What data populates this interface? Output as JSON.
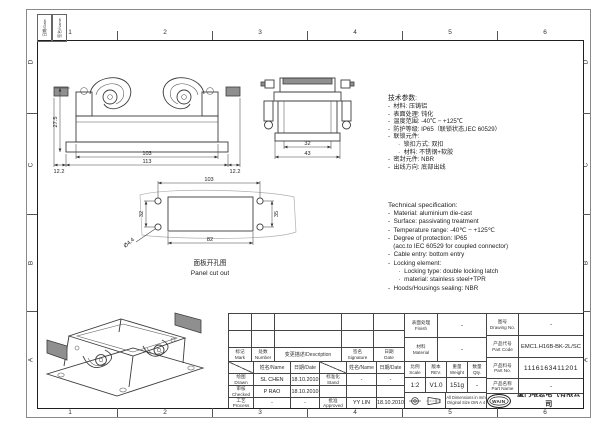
{
  "frame": {
    "cols": [
      "1",
      "2",
      "3",
      "4",
      "5",
      "6"
    ],
    "rows": [
      "D",
      "C",
      "B",
      "A"
    ],
    "corner_box_1": "日期/Date",
    "corner_box_2": "签名/Name"
  },
  "views": {
    "front": {
      "dim_height": "27.5",
      "dim_inner": "103",
      "dim_outer": "113",
      "dim_left": "12.2",
      "dim_right": "12.2"
    },
    "side": {
      "dim_inner": "32",
      "dim_outer": "43"
    },
    "panel": {
      "dim_top": "103",
      "dim_left": "32",
      "dim_right": "35",
      "dim_bottom": "82",
      "dim_hole": "Ø4.4",
      "caption_cn": "面板开孔图",
      "caption_en": "Panel cut out"
    }
  },
  "tech_cn": {
    "title": "技术参数:",
    "lines": [
      "-  材料: 压铸铝",
      "-  表面处理: 钝化",
      "-  温度范围: -40℃ − +125℃",
      "-  防护等级: IP65（联锁状态,IEC 60529）",
      "-  联锁元件:",
      "      ·  锁扣方式: 双扣",
      "      ·  材料: 不锈钢+软胶",
      "-  密封元件: NBR",
      "-  出线方向: 底部出线"
    ]
  },
  "tech_en": {
    "title": "Technical specification:",
    "lines": [
      "-  Material: aluminium die-cast",
      "-  Surface: passivating treatment",
      "-  Temperature range: -40℃ − +125℃",
      "-  Degree of protection: IP65",
      "   (acc.to IEC 60529 for coupled connector)",
      "-  Cable entry: bottom entry",
      "-  Locking element:",
      "      ·  Locking type: double locking latch",
      "      ·  material: stainless steel+TPR",
      "-  Hoods/Housings sealing: NBR"
    ]
  },
  "tb": {
    "rev": {
      "mark": "标记",
      "mark_en": "Mark",
      "number": "处数",
      "number_en": "Number",
      "desc": "变更描述/Description",
      "sig": "签名",
      "sig_en": "Signature",
      "date": "日期",
      "date_en": "Date",
      "name_hdr": "姓名/Name",
      "date_hdr": "日期/Date"
    },
    "sign": {
      "drawn": "绘图",
      "drawn_en": "Drawn",
      "drawn_name": "SL CHEN",
      "drawn_date": "18.10.2010",
      "checked": "审核",
      "checked_en": "Checked",
      "checked_name": "P RAO",
      "checked_date": "18.10.2010",
      "process": "工艺",
      "process_en": "Process",
      "process_name": "-",
      "process_date": "-",
      "stand": "标准化",
      "stand_en": "Stand",
      "stand_name": "-",
      "stand_date": "-",
      "approved": "批准",
      "approved_en": "Approved",
      "approved_name": "YY LIN",
      "approved_date": "18.10.2010"
    },
    "props": {
      "finish": "表面处理",
      "finish_en": "Finish",
      "finish_val": "-",
      "material": "材料",
      "material_en": "Material",
      "material_val": "-",
      "scale": "比例",
      "scale_en": "Scale",
      "scale_val": "1:2",
      "rev": "版本",
      "rev_en": "REV.",
      "rev_val": "V1.0",
      "weight": "重量",
      "weight_en": "Weight",
      "weight_val": "151g",
      "qty": "数量",
      "qty_en": "Qty.",
      "qty_val": "-",
      "note1": "All Dimensions in mm",
      "note2": "Original Size DIN A 4"
    },
    "part": {
      "dwg": "图号",
      "dwg_en": "Drawing No.",
      "dwg_val": "-",
      "code": "产品代号",
      "code_en": "Part Code",
      "code_val": "EMC1.H16B-BK-2L/SC",
      "no": "产品料号",
      "no_en": "Part No.",
      "no_val": "1116163411201",
      "pname": "产品名称",
      "pname_en": "Part Name",
      "pname_val": "-"
    },
    "company": {
      "logo": "WAIN",
      "cn": "厦门唯恩电气有限公司",
      "en": "XIAMEN WAIN ELECTRICAL CO.LTD"
    }
  }
}
